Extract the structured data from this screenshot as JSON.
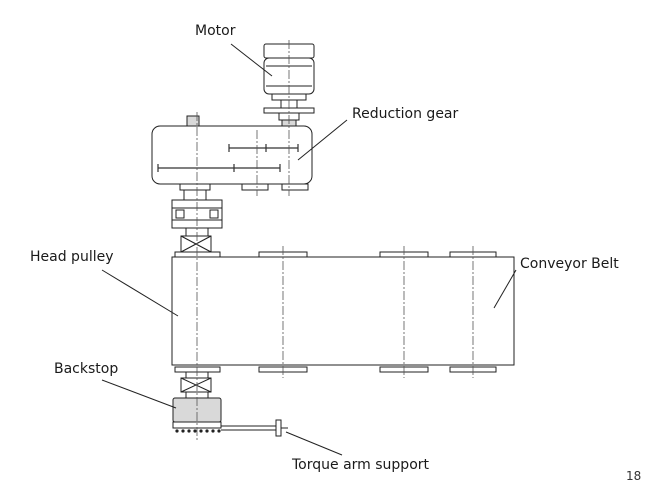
{
  "labels": {
    "motor": "Motor",
    "reduction_gear": "Reduction gear",
    "head_pulley": "Head pulley",
    "conveyor_belt": "Conveyor Belt",
    "backstop": "Backstop",
    "torque_arm_support": "Torque arm support"
  },
  "page_number": "18"
}
